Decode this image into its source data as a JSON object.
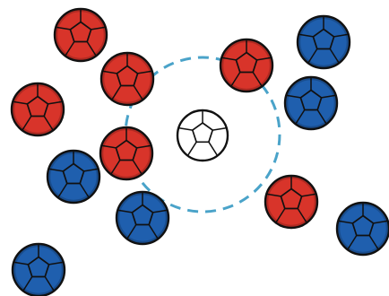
{
  "colors": {
    "red_team": "#d8342a",
    "blue_team": "#1f5fae",
    "ball": "#ffffff",
    "outline": "#111111",
    "zone_ring": "#4aa3c9",
    "background": "#ffffff"
  },
  "icons": {
    "red_player": "red-pentagon-ball-token",
    "blue_player": "blue-pentagon-ball-token",
    "ball": "white-soccer-ball",
    "zone": "dashed-circle"
  }
}
